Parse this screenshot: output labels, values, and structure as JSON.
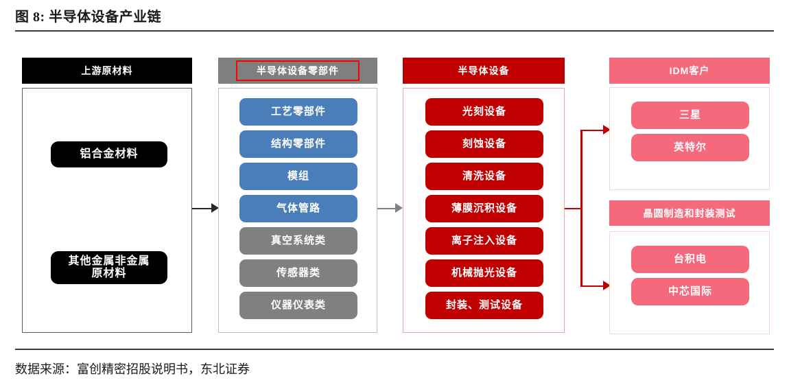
{
  "figure": {
    "title": "图 8: 半导体设备产业链",
    "source": "数据来源：富创精密招股说明书，东北证券"
  },
  "colors": {
    "upstream": "#000000",
    "parts_header": "#7f7f7f",
    "parts_header_outline": "#ff0000",
    "parts_blue": "#4a7ebb",
    "parts_grey": "#808080",
    "equipment": "#c00000",
    "customer_pink": "#f4697c",
    "rule": "#3c3c3c"
  },
  "columns": [
    {
      "id": "upstream",
      "header": "上游原材料",
      "items": [
        {
          "label": "铝合金材料"
        },
        {
          "label": "其他金属非金属\n原材料"
        }
      ]
    },
    {
      "id": "components",
      "header": "半导体设备零部件",
      "items": [
        {
          "label": "工艺零部件",
          "tone": "blue"
        },
        {
          "label": "结构零部件",
          "tone": "blue"
        },
        {
          "label": "模组",
          "tone": "blue"
        },
        {
          "label": "气体管路",
          "tone": "blue"
        },
        {
          "label": "真空系统类",
          "tone": "grey"
        },
        {
          "label": "传感器类",
          "tone": "grey"
        },
        {
          "label": "仪器仪表类",
          "tone": "grey"
        }
      ]
    },
    {
      "id": "equipment",
      "header": "半导体设备",
      "items": [
        {
          "label": "光刻设备"
        },
        {
          "label": "刻蚀设备"
        },
        {
          "label": "清洗设备"
        },
        {
          "label": "薄膜沉积设备"
        },
        {
          "label": "离子注入设备"
        },
        {
          "label": "机械抛光设备"
        },
        {
          "label": "封装、测试设备"
        }
      ]
    },
    {
      "id": "customers",
      "groups": [
        {
          "header": "IDM客户",
          "items": [
            {
              "label": "三星"
            },
            {
              "label": "英特尔"
            }
          ]
        },
        {
          "header": "晶圆制造和封装测试",
          "items": [
            {
              "label": "台积电"
            },
            {
              "label": "中芯国际"
            }
          ]
        }
      ]
    }
  ],
  "connectors": [
    {
      "id": "upstream-to-components",
      "color": "#262626"
    },
    {
      "id": "components-to-equipment",
      "color": "#808080"
    },
    {
      "id": "equipment-to-customers",
      "color": "#c00000"
    }
  ]
}
